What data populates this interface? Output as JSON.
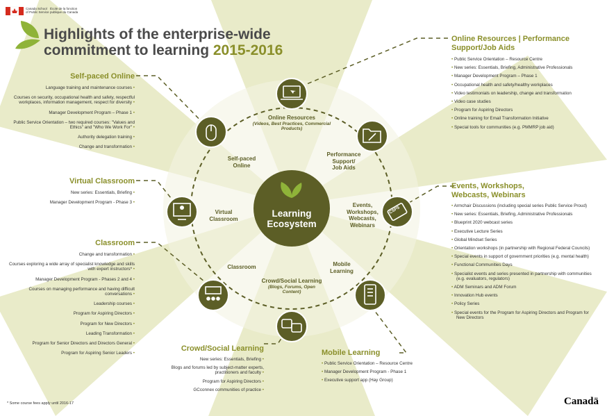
{
  "header": {
    "org_line1": "Canada School",
    "org_line2": "of Public Service",
    "org_fr_line1": "École de la fonction",
    "org_fr_line2": "publique du Canada",
    "title_line1": "Highlights of the enterprise-wide",
    "title_line2": "commitment to learning",
    "title_year": "2015-2016"
  },
  "center": {
    "line1": "Learning",
    "line2": "Ecosystem"
  },
  "ring": {
    "online": {
      "title": "Online Resources",
      "sub": "(Videos, Best Practices, Commercial Products)"
    },
    "performance": {
      "line1": "Performance",
      "line2": "Support/",
      "line3": "Job Aids"
    },
    "events": {
      "line1": "Events,",
      "line2": "Workshops,",
      "line3": "Webcasts,",
      "line4": "Webinars"
    },
    "events_badge": "CSPS",
    "mobile": {
      "line1": "Mobile",
      "line2": "Learning"
    },
    "crowd": {
      "title": "Crowd/Social Learning",
      "sub": "(Blogs, Forums, Open Content)"
    },
    "classroom": {
      "line1": "Classroom"
    },
    "virtual": {
      "line1": "Virtual",
      "line2": "Classroom"
    },
    "selfpaced": {
      "line1": "Self-paced",
      "line2": "Online"
    }
  },
  "sections": {
    "self_paced": {
      "title": "Self-paced Online",
      "items": [
        "Language training and maintenance courses",
        "Courses on security, occupational health and safety, respectful workplaces, information management, respect for diversity",
        "Manager Development Program – Phase 1",
        "Public Service Orientation – two required courses: \"Values and Ethics\" and \"Who We Work For\"",
        "Authority delegation training",
        "Change and transformation"
      ]
    },
    "virtual": {
      "title": "Virtual Classroom",
      "items": [
        "New series: Essentials, Briefing",
        "Manager Development Program - Phase 3"
      ]
    },
    "classroom": {
      "title": "Classroom",
      "items": [
        "Change and transformation",
        "Courses exploring a wide array of specialist knowledge and skills with expert instructors*",
        "Manager Development Program - Phases 2 and 4",
        "Courses on managing performance and having difficult conversations",
        "Leadership courses",
        "Program for Aspiring Directors",
        "Program for New Directors",
        "Leading Transformation",
        "Program for Senior Directors and Directors General",
        "Program for Aspiring Senior Leaders"
      ]
    },
    "crowd": {
      "title": "Crowd/Social Learning",
      "items": [
        "New series: Essentials, Briefing",
        "Blogs and forums led by subject-matter experts, practitioners and faculty",
        "Program for Aspiring Directors",
        "GCconnex communities of practice"
      ]
    },
    "mobile": {
      "title": "Mobile Learning",
      "items": [
        "Public Service Orientation – Resource Centre",
        "Manager Development Program - Phase 1",
        "Executive support app (Hay Group)"
      ]
    },
    "online_resources": {
      "title_line1": "Online Resources | Performance",
      "title_line2": "Support/Job Aids",
      "items": [
        "Public Service Orientation – Resource Centre",
        "New series: Essentials, Briefing, Administrative Professionals",
        "Manager Development Program – Phase 1",
        "Occupational health and safety/healthy workplaces",
        "Video testimonials on leadership, change and transformation",
        "Video case studies",
        "Program for Aspiring Directors",
        "Online training for Email Transformation Initiative",
        "Special tools for communities (e.g. PMMRP job aid)"
      ]
    },
    "events": {
      "title_line1": "Events, Workshops,",
      "title_line2": "Webcasts, Webinars",
      "items": [
        "Armchair Discussions (including special series Public Service Proud)",
        "New series: Essentials, Briefing, Administrative Professionals",
        "Blueprint 2020 webcast series",
        "Executive Lecture Series",
        "Global Mindset Series",
        "Orientation workshops (in partnership with Regional Federal Councils)",
        "Special events in support of government priorities (e.g. mental health)",
        "Functional Communities Days",
        "Specialist events and series presented in partnership with communities (e.g. evaluators, regulators)",
        "ADM Seminars and ADM Forum",
        "Innovation Hub events",
        "Policy Series",
        "Special events for the Program for Aspiring Directors and Program for New Directors"
      ]
    }
  },
  "footnote": "* Some course fees apply until 2016-17",
  "wordmark": "Canadä",
  "colors": {
    "accent": "#8a8f2a",
    "olive_dark": "#5c5e26",
    "circle": "#5c5e26",
    "ray": "#e7e8c6"
  }
}
